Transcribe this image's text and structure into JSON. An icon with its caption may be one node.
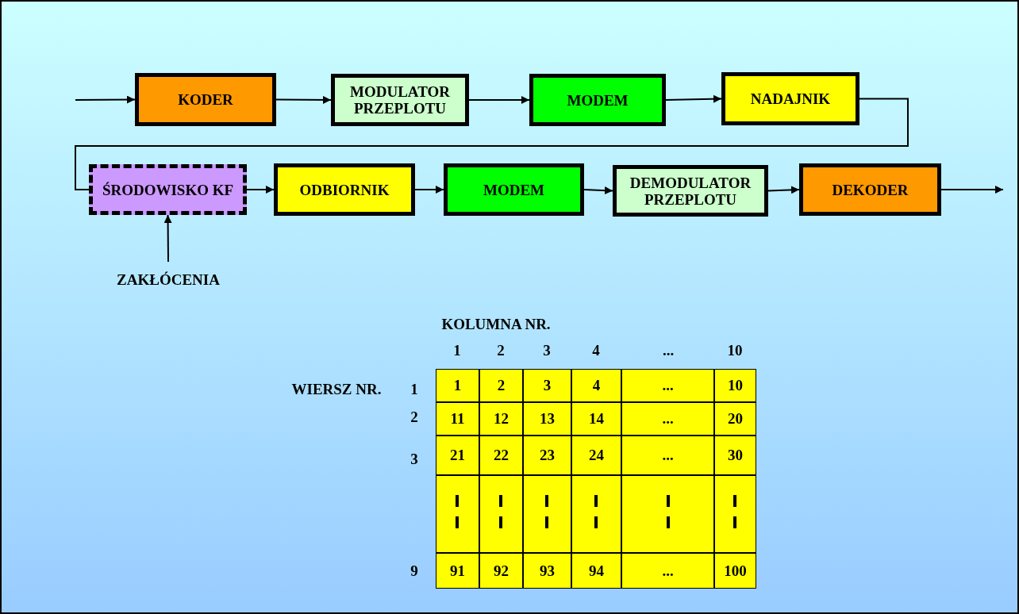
{
  "diagram": {
    "nodes": [
      {
        "text": [
          "KODER"
        ]
      },
      {
        "text": [
          "MODULATOR PRZEPLOTU"
        ]
      },
      {
        "text": [
          "MODEM"
        ]
      },
      {
        "text": [
          "NADAJNIK"
        ]
      },
      {
        "text": [
          "ŚRODOWISKO KF"
        ]
      },
      {
        "text": [
          "ODBIORNIK"
        ]
      },
      {
        "text": [
          "MODEM"
        ]
      },
      {
        "text": [
          "DEMODULATOR PRZEPLOTU"
        ]
      },
      {
        "text": [
          "DEKODER"
        ]
      },
      {
        "text": [
          "ZAKŁÓCENIA"
        ]
      }
    ],
    "edges": [
      {
        "from": null,
        "to": 0,
        "arrow": "to"
      },
      {
        "from": 0,
        "to": 1,
        "arrow": "to"
      },
      {
        "from": 1,
        "to": 2,
        "arrow": "to"
      },
      {
        "from": 2,
        "to": 3,
        "arrow": "to"
      },
      {
        "from": 3,
        "to": 4,
        "arrow": "none"
      },
      {
        "from": 4,
        "to": 5,
        "arrow": "to"
      },
      {
        "from": 5,
        "to": 6,
        "arrow": "to"
      },
      {
        "from": 6,
        "to": 7,
        "arrow": "to"
      },
      {
        "from": 7,
        "to": 8,
        "arrow": "to"
      },
      {
        "from": 8,
        "to": null,
        "arrow": "to"
      },
      {
        "from": 9,
        "to": 4,
        "arrow": "to"
      }
    ],
    "labels": [
      "KOLUMNA NR.",
      "1",
      "2",
      "3",
      "4",
      "...",
      "10",
      "WIERSZ NR.",
      "1",
      "1",
      "2",
      "3",
      "4",
      "...",
      "10",
      "2",
      "11",
      "12",
      "13",
      "14",
      "...",
      "20",
      "3",
      "21",
      "22",
      "23",
      "24",
      "...",
      "30",
      "9",
      "91",
      "92",
      "93",
      "94",
      "...",
      "100"
    ]
  }
}
